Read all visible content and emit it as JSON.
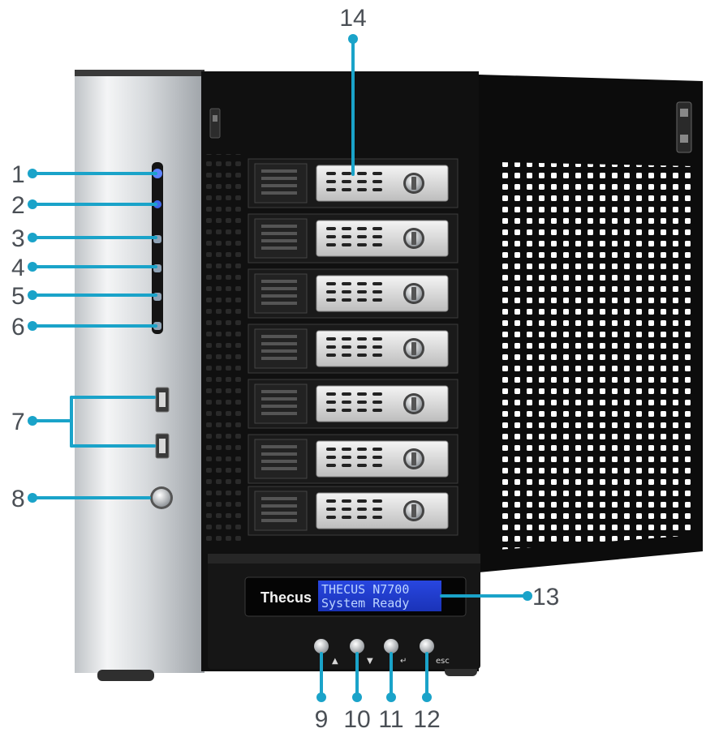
{
  "diagram": {
    "lcd": {
      "line1": "THECUS N7700",
      "line2": "System Ready"
    },
    "logo": "Thecus",
    "callouts": [
      {
        "label": "1"
      },
      {
        "label": "2"
      },
      {
        "label": "3"
      },
      {
        "label": "4"
      },
      {
        "label": "5"
      },
      {
        "label": "6"
      },
      {
        "label": "7"
      },
      {
        "label": "8"
      },
      {
        "label": "9"
      },
      {
        "label": "10"
      },
      {
        "label": "11"
      },
      {
        "label": "12"
      },
      {
        "label": "13"
      },
      {
        "label": "14"
      }
    ],
    "button_symbols": [
      "▲",
      "▼",
      "↵",
      "esc"
    ],
    "colors": {
      "callout": "#1aa3c9",
      "lcd_bg": "#1f3fd6"
    }
  }
}
